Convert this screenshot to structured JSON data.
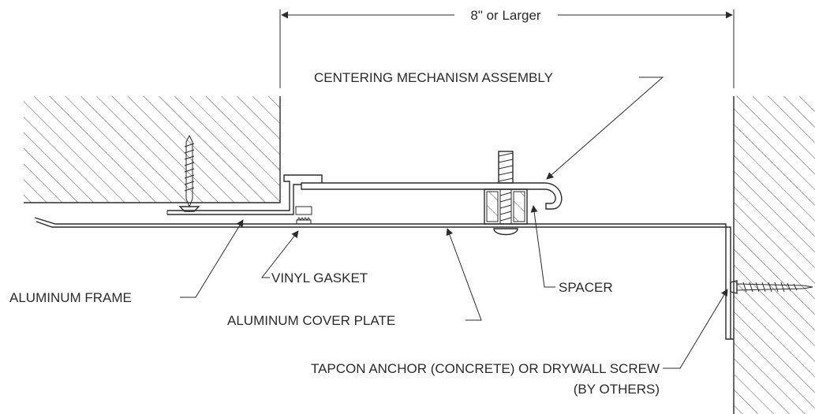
{
  "dimension": {
    "text": "8\" or Larger"
  },
  "labels": {
    "centering_mechanism": "CENTERING MECHANISM ASSEMBLY",
    "aluminum_frame": "ALUMINUM FRAME",
    "vinyl_gasket": "VINYL GASKET",
    "spacer": "SPACER",
    "cover_plate": "ALUMINUM COVER PLATE",
    "anchor_line1": "TAPCON ANCHOR  (CONCRETE) OR DRYWALL SCREW",
    "anchor_line2": "(BY OTHERS)"
  },
  "colors": {
    "line": "#2b2b2b",
    "hatch": "#555555",
    "background": "#ffffff"
  }
}
